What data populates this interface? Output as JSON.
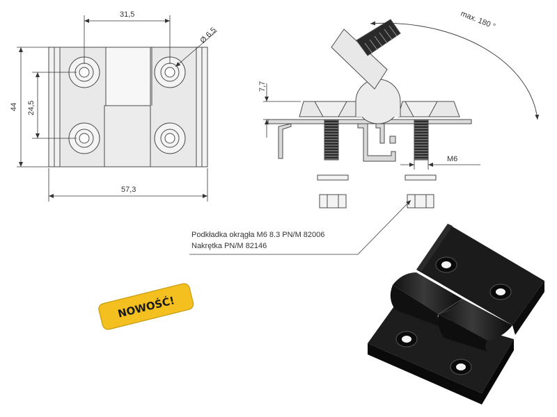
{
  "dimensions": {
    "hole_spacing": "31,5",
    "hole_diameter": "Ø 6,5",
    "height": "44",
    "inner_height": "24,5",
    "width": "57,3",
    "offset": "7,7",
    "thread": "M6",
    "rotation": "max. 180 °"
  },
  "notes": {
    "washer": "Podkładka okrągła M6 8.3 PN/M 82006",
    "nut": "Nakrętka PN/M 82146"
  },
  "badge": {
    "label": "NOWOŚĆ!"
  },
  "colors": {
    "line": "#4a4a4a",
    "part_fill": "#e9e9e9",
    "badge_fill": "#f4c020",
    "render_dark": "#1b1b1b"
  }
}
